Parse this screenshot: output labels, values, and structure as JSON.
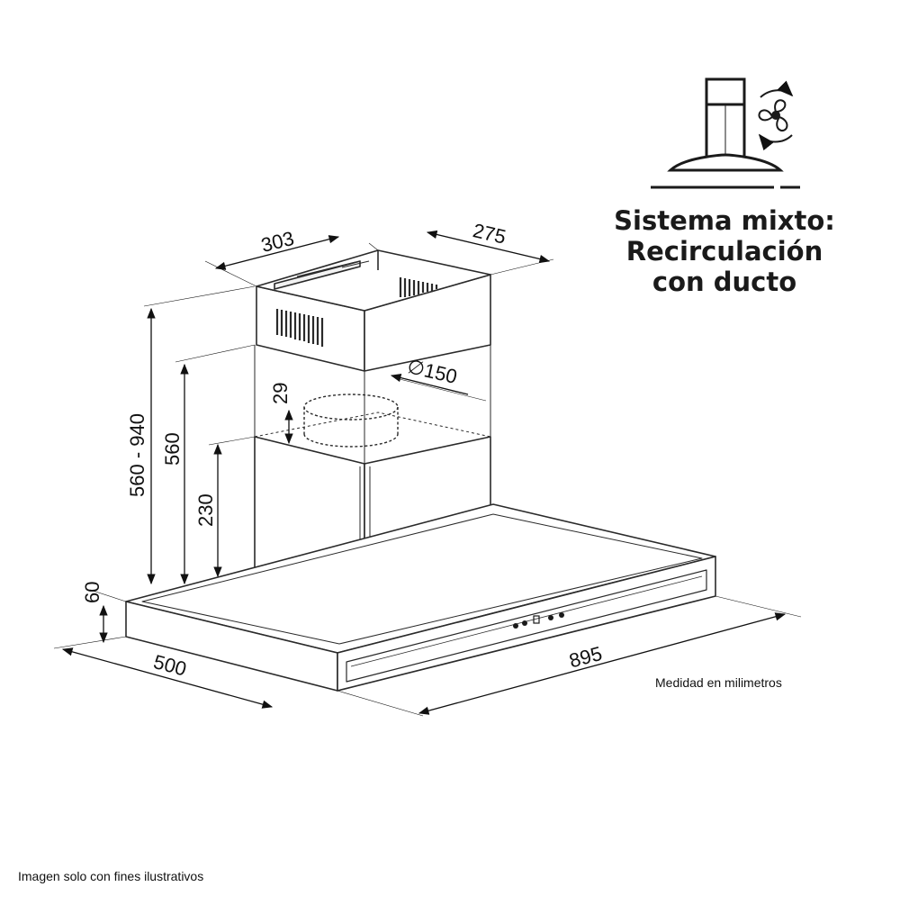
{
  "title_lines": [
    "Sistema mixto:",
    "Recirculación",
    "con ducto"
  ],
  "unit_note": "Medidad en milimetros",
  "footer_note": "Imagen solo con fines ilustrativos",
  "dimensions": {
    "chimney_width": "303",
    "chimney_depth": "275",
    "duct_diameter": "∅150",
    "collar_height": "29",
    "total_height": "560 - 940",
    "lower_chimney_height": "560",
    "outlet_height": "230",
    "canopy_thickness": "60",
    "canopy_depth": "500",
    "canopy_width": "895"
  },
  "icons": [
    "hood-icon",
    "fan-recirculation-icon"
  ],
  "colors": {
    "line": "#2a2a2a",
    "text": "#111111"
  }
}
